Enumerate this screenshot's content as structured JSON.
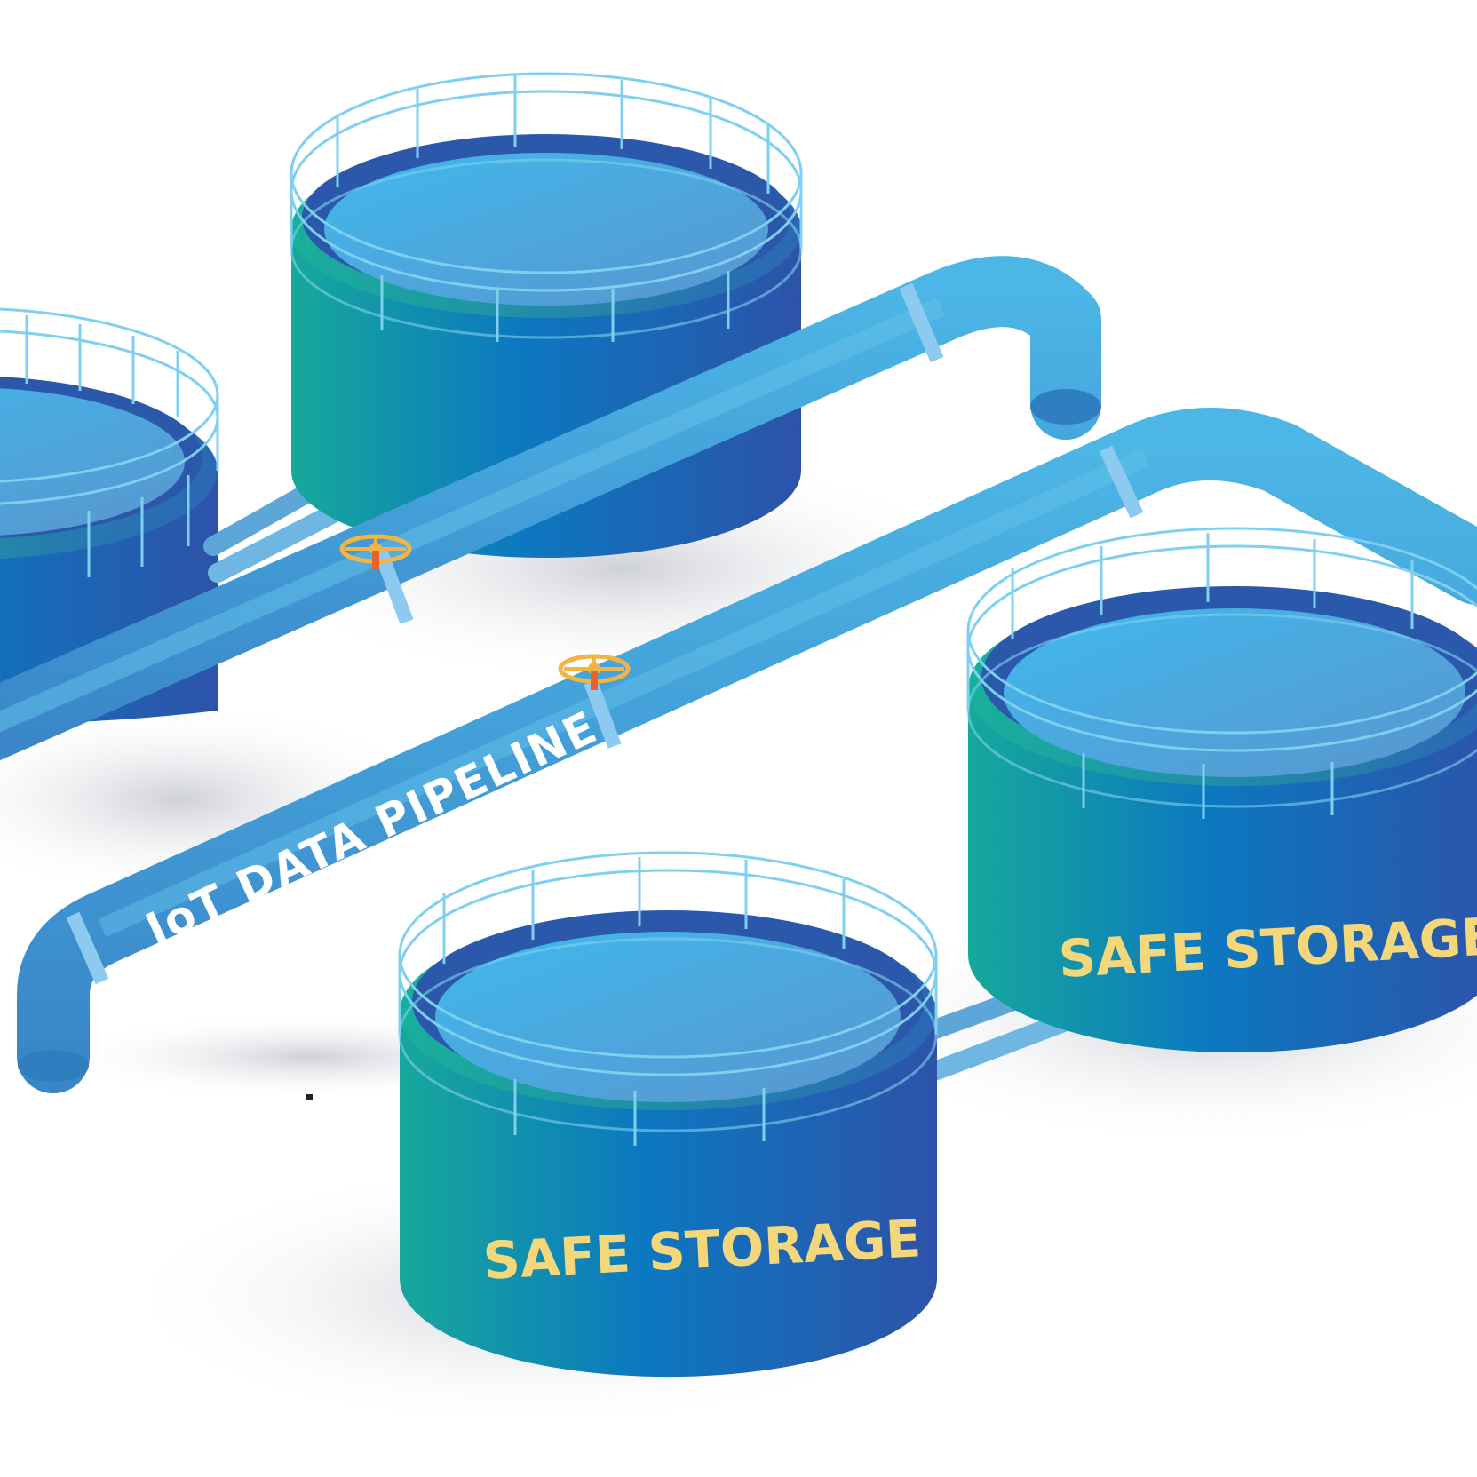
{
  "pipeline": {
    "label": "IoT DATA PIPELINE"
  },
  "tanks": [
    {
      "id": "left",
      "label": ""
    },
    {
      "id": "back",
      "label": ""
    },
    {
      "id": "right",
      "label": "SAFE STORAGE"
    },
    {
      "id": "front",
      "label": "SAFE STORAGE"
    }
  ],
  "colors": {
    "tank_teal": "#15a89a",
    "tank_blue": "#2a55ad",
    "water": "#4ab8e6",
    "pipe": "#46aee0",
    "label_yellow": "#f3d77a",
    "valve_orange": "#f6a51e"
  }
}
